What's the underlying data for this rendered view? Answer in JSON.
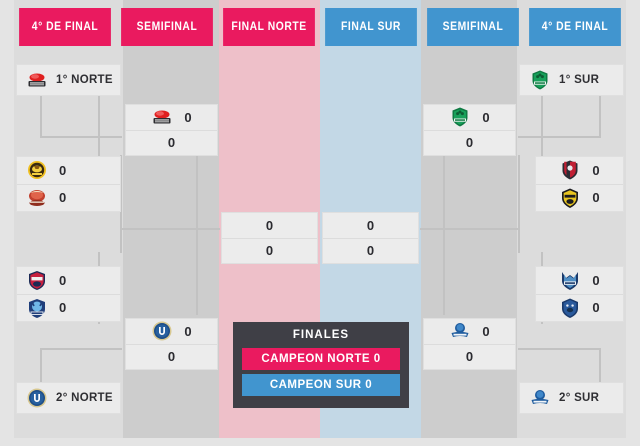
{
  "headers": [
    {
      "label": "4° DE FINAL",
      "side": "norte"
    },
    {
      "label": "SEMIFINAL",
      "side": "norte"
    },
    {
      "label": "FINAL NORTE",
      "side": "norte"
    },
    {
      "label": "FINAL SUR",
      "side": "sur"
    },
    {
      "label": "SEMIFINAL",
      "side": "sur"
    },
    {
      "label": "4° DE FINAL",
      "side": "sur"
    }
  ],
  "colors": {
    "norte_accent": "#ea1a5f",
    "sur_accent": "#4195cf",
    "norte_band": "#eec0c9",
    "sur_band": "#c3d8e6",
    "card_bg": "#ebebeb",
    "finals_bg": "#3f3f46",
    "page_bg": "#e4e4e4",
    "line": "#c2c2c2"
  },
  "bracket": {
    "norte": {
      "quarterfinals": [
        {
          "slots": [
            {
              "crest": "crest-america",
              "name": "1° NORTE",
              "score": null
            }
          ]
        },
        {
          "slots": [
            {
              "crest": "crest-lobos",
              "name": "",
              "score": "0"
            },
            {
              "crest": "crest-comecacos",
              "name": "",
              "score": "0"
            }
          ]
        },
        {
          "slots": [
            {
              "crest": "crest-loros",
              "name": "",
              "score": "0"
            },
            {
              "crest": "crest-wildcats",
              "name": "",
              "score": "0"
            }
          ]
        },
        {
          "slots": [
            {
              "crest": "crest-u",
              "name": "2° NORTE",
              "score": null
            }
          ]
        }
      ],
      "semifinals": [
        {
          "slots": [
            {
              "crest": "crest-america",
              "name": "",
              "score": "0"
            },
            {
              "crest": null,
              "name": "",
              "score": "0"
            }
          ]
        },
        {
          "slots": [
            {
              "crest": "crest-u",
              "name": "",
              "score": "0"
            },
            {
              "crest": null,
              "name": "",
              "score": "0"
            }
          ]
        }
      ],
      "final": {
        "slots": [
          {
            "crest": null,
            "name": "",
            "score": "0"
          },
          {
            "crest": null,
            "name": "",
            "score": "0"
          }
        ]
      }
    },
    "sur": {
      "quarterfinals": [
        {
          "slots": [
            {
              "crest": "crest-green",
              "name": "1° SUR",
              "score": null
            }
          ]
        },
        {
          "slots": [
            {
              "crest": "crest-redstripe",
              "name": "",
              "score": "0"
            },
            {
              "crest": "crest-gold",
              "name": "",
              "score": "0"
            }
          ]
        },
        {
          "slots": [
            {
              "crest": "crest-bluecat",
              "name": "",
              "score": "0"
            },
            {
              "crest": "crest-bluebear",
              "name": "",
              "score": "0"
            }
          ]
        },
        {
          "slots": [
            {
              "crest": "crest-borregos",
              "name": "2° SUR",
              "score": null
            }
          ]
        }
      ],
      "semifinals": [
        {
          "slots": [
            {
              "crest": "crest-green",
              "name": "",
              "score": "0"
            },
            {
              "crest": null,
              "name": "",
              "score": "0"
            }
          ]
        },
        {
          "slots": [
            {
              "crest": "crest-borregos",
              "name": "",
              "score": "0"
            },
            {
              "crest": null,
              "name": "",
              "score": "0"
            }
          ]
        }
      ],
      "final": {
        "slots": [
          {
            "crest": null,
            "name": "",
            "score": "0"
          },
          {
            "crest": null,
            "name": "",
            "score": "0"
          }
        ]
      }
    }
  },
  "finals": {
    "title": "FINALES",
    "champion_norte": "CAMPEON NORTE 0",
    "champion_sur": "CAMPEON SUR 0"
  }
}
